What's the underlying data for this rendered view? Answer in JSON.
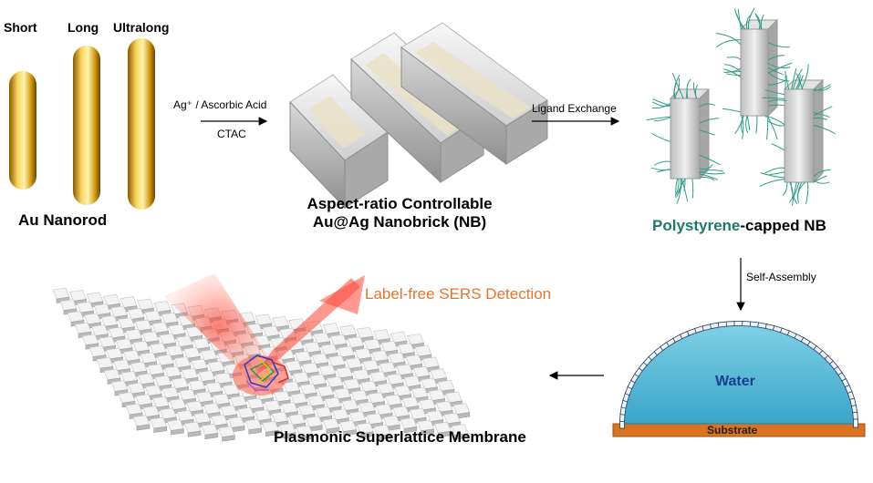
{
  "rods": {
    "short_label": "Short",
    "long_label": "Long",
    "ultralong_label": "Ultralong",
    "caption": "Au Nanorod"
  },
  "step1": {
    "reagent": "Ag⁺ / Ascorbic Acid",
    "surfactant": "CTAC"
  },
  "nanobrick": {
    "caption_line1": "Aspect-ratio Controllable",
    "caption_line2": "Au@Ag Nanobrick (NB)"
  },
  "step2": {
    "label": "Ligand Exchange"
  },
  "capped": {
    "polymer": "Polystyrene",
    "suffix": "-capped NB"
  },
  "step3": {
    "label": "Self-Assembly"
  },
  "interface": {
    "water_label": "Water",
    "substrate_label": "Substrate"
  },
  "membrane": {
    "detection_label": "Label-free SERS Detection",
    "caption": "Plasmonic Superlattice Membrane"
  },
  "colors": {
    "gold": "#d6a419",
    "polymer_green": "#1d7a6a",
    "sers_orange": "#e8732a",
    "water_blue": "#4bb3d1",
    "substrate_orange": "#d9731f"
  }
}
